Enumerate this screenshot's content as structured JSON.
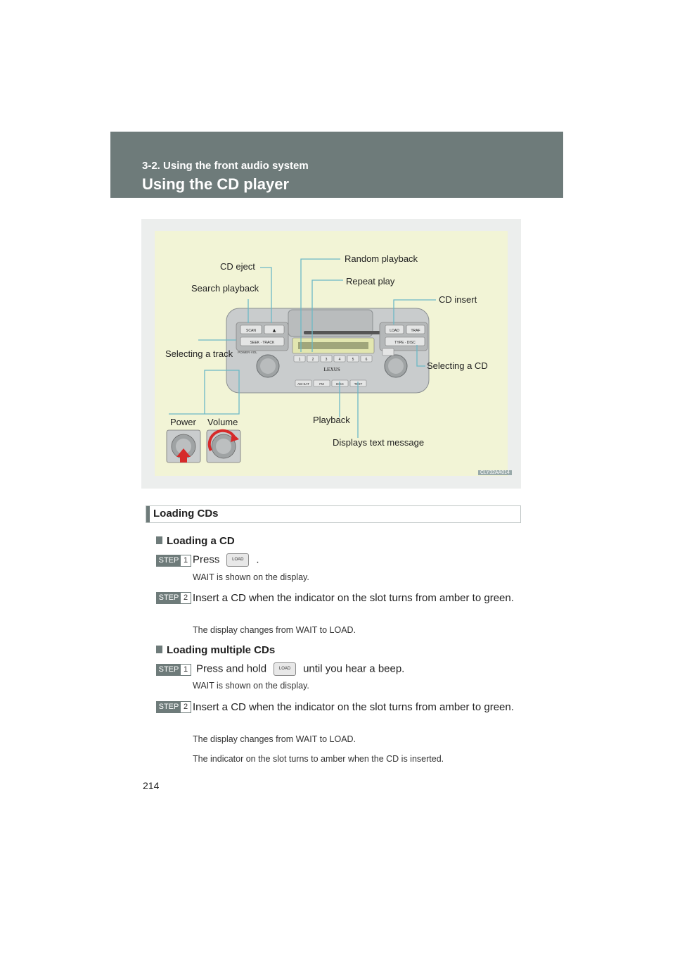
{
  "header": {
    "section": "3-2. Using the front audio system",
    "title": "Using the CD player"
  },
  "figure": {
    "labels": {
      "random_playback": "Random playback",
      "cd_eject": "CD eject",
      "repeat_play": "Repeat play",
      "search_playback": "Search playback",
      "cd_insert": "CD insert",
      "selecting_track": "Selecting a track",
      "selecting_cd": "Selecting a CD",
      "power": "Power",
      "volume": "Volume",
      "playback": "Playback",
      "displays_text": "Displays text message"
    },
    "panel": {
      "scan": "SCAN",
      "eject": "▲",
      "seek_track": "SEEK · TRACK",
      "power_vol": "POWER·VOL",
      "load": "LOAD",
      "traf": "TRAF",
      "type_disc": "TYPE · DISC",
      "presets": [
        "1",
        "2",
        "3",
        "4",
        "5",
        "6"
      ],
      "brand": "LEXUS",
      "bottom_buttons": [
        "AM·SAT",
        "FM",
        "DISC",
        "TEXT"
      ]
    },
    "code": "CLY32AA014"
  },
  "section": {
    "heading": "Loading CDs",
    "sub1": "Loading a CD",
    "sub2": "Loading multiple CDs",
    "step_word": "STEP",
    "btn_label": "LOAD",
    "s1_num": "1",
    "s1_a": "Press",
    "s1_b": ".",
    "s1_note": "WAIT is shown on the display.",
    "s2_num": "2",
    "s2_text": "Insert a CD when the indicator on the slot turns from amber to green.",
    "s2_note": "The display changes from WAIT to LOAD.",
    "m1_num": "1",
    "m1_a": "Press and hold",
    "m1_b": "until you hear a beep.",
    "m1_note": "WAIT is shown on the display.",
    "m2_num": "2",
    "m2_text": "Insert a CD when the indicator on the slot turns from amber to green.",
    "m2_note1": "The display changes from WAIT to LOAD.",
    "m2_note2": "The indicator on the slot turns to amber when the CD is inserted."
  },
  "page_number": "214"
}
